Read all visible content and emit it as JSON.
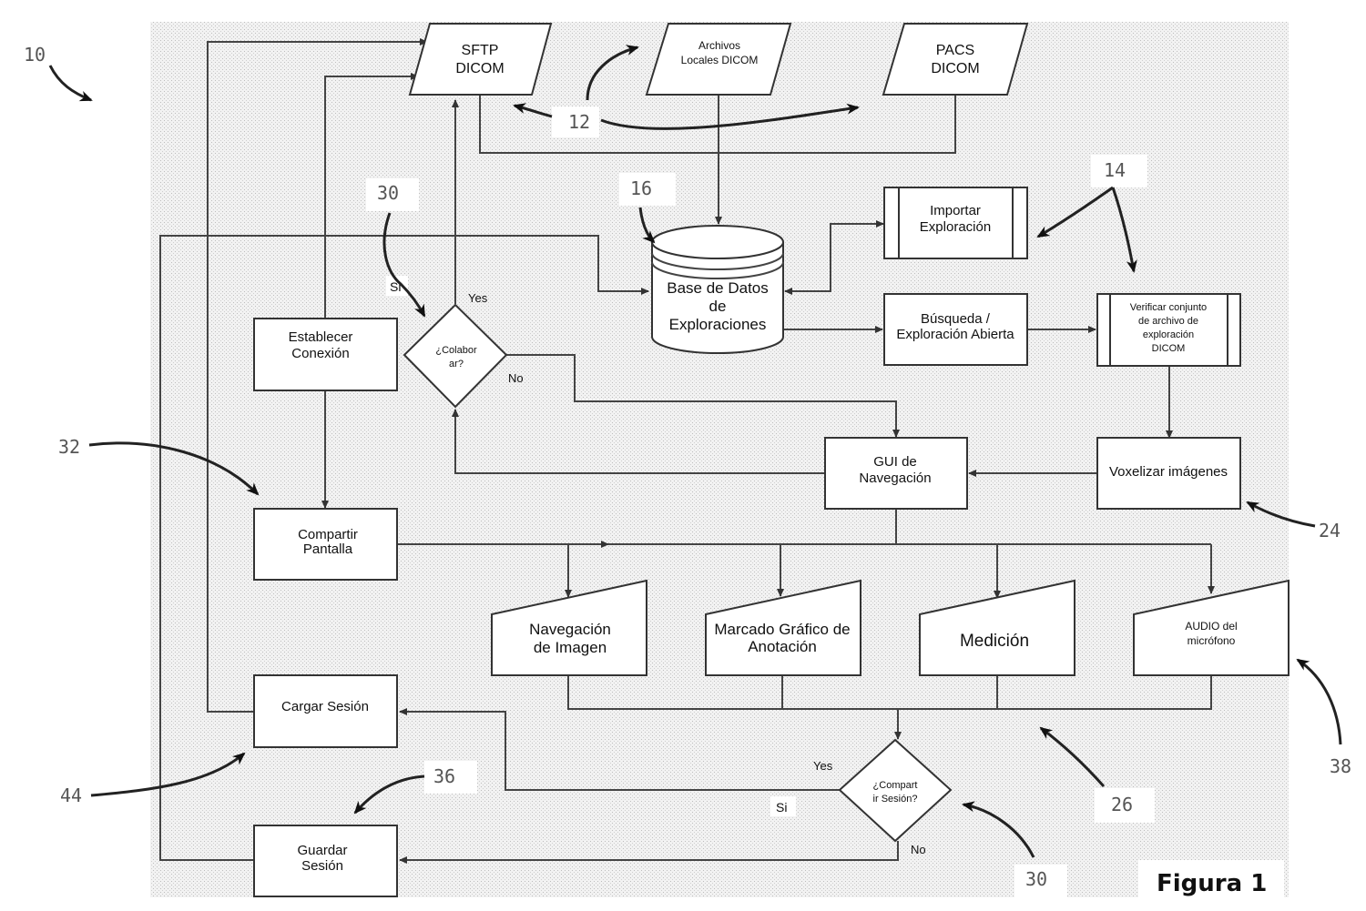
{
  "figure_label": "Figura 1",
  "nodes": {
    "sftp": [
      "SFTP",
      "DICOM"
    ],
    "archivos": [
      "Archivos",
      "Locales DICOM"
    ],
    "pacs": [
      "PACS",
      "DICOM"
    ],
    "importar": [
      "Importar",
      "Exploración"
    ],
    "database": [
      "Base de Datos",
      "de",
      "Exploraciones"
    ],
    "busqueda": [
      "Búsqueda /",
      "Exploración Abierta"
    ],
    "verificar": [
      "Verificar conjunto",
      "de archivo de",
      "exploración",
      "DICOM"
    ],
    "establecer": [
      "Establecer",
      "Conexión"
    ],
    "colaborar": [
      "¿Colabor",
      "ar?"
    ],
    "gui": [
      "GUI de",
      "Navegación"
    ],
    "voxelizar": [
      "Voxelizar imágenes"
    ],
    "compartir_pantalla": [
      "Compartir",
      "Pantalla"
    ],
    "nav_imagen": [
      "Navegación",
      "de Imagen"
    ],
    "marcado": [
      "Marcado Gráfico de",
      "Anotación"
    ],
    "medicion": [
      "Medición"
    ],
    "audio": [
      "AUDIO del",
      "micrófono"
    ],
    "cargar": [
      "Cargar Sesión"
    ],
    "compartir_sesion": [
      "¿Compart",
      "ir Sesión?"
    ],
    "guardar": [
      "Guardar",
      "Sesión"
    ]
  },
  "edge_labels": {
    "si_1": "Si",
    "yes_1": "Yes",
    "no_1": "No",
    "yes_2": "Yes",
    "si_2": "Si",
    "no_2": "No"
  },
  "reference_numerals": {
    "r10": "10",
    "r12": "12",
    "r14": "14",
    "r16": "16",
    "r24": "24",
    "r26": "26",
    "r30a": "30",
    "r30b": "30",
    "r32": "32",
    "r36": "36",
    "r38": "38",
    "r44": "44"
  }
}
